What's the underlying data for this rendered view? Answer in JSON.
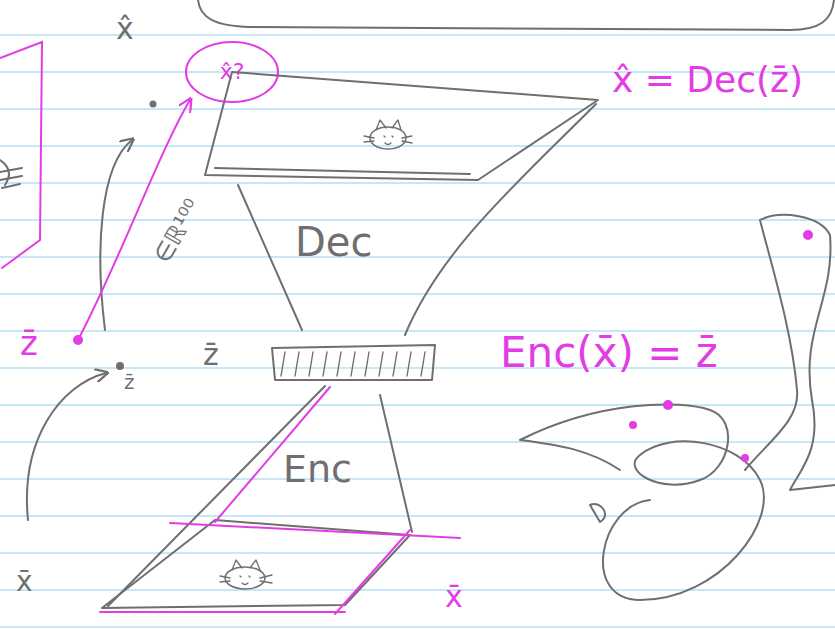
{
  "diagram": {
    "nodes": [
      {
        "text": [
          "x̂?"
        ]
      },
      {
        "text": [
          "Dec"
        ]
      },
      {
        "text": [
          "Enc"
        ]
      }
    ],
    "labels": [
      "x̂",
      "x̂ = Dec(z̄)",
      "∈ℝ¹⁰⁰",
      "z̄",
      "z̄",
      "z̄",
      "Enc(x̄) = z̄",
      "x̄",
      "x̄"
    ]
  }
}
